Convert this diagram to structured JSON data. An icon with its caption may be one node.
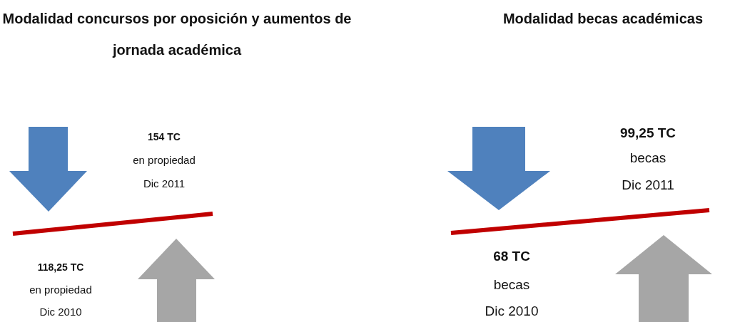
{
  "diagram": {
    "labels": [
      "Modalidad concursos por oposición y aumentos de jornada académica",
      "Modalidad becas académicas",
      "154 TC",
      "en propiedad",
      "Dic 2011",
      "99,25 TC",
      "becas",
      "Dic 2011",
      "118,25 TC",
      "en propiedad",
      "Dic 2010",
      "68 TC",
      "becas",
      "Dic 2010"
    ]
  }
}
